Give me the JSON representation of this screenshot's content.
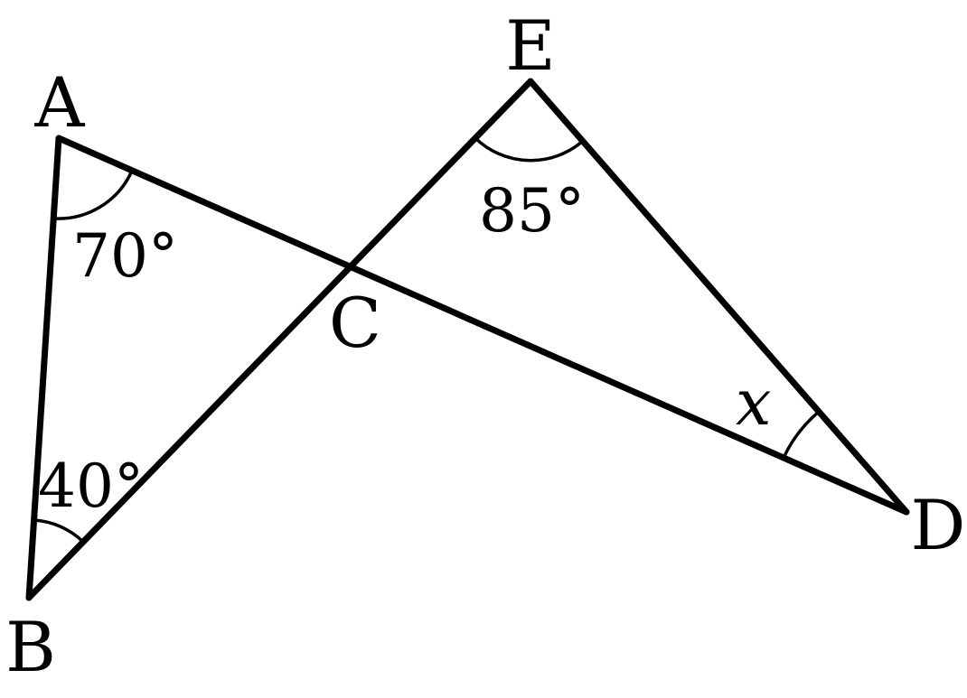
{
  "figure": {
    "points": {
      "A": "A",
      "B": "B",
      "C": "C",
      "D": "D",
      "E": "E"
    },
    "angles": {
      "at_A": "70°",
      "at_B": "40°",
      "at_E": "85°",
      "at_D": "x"
    }
  }
}
